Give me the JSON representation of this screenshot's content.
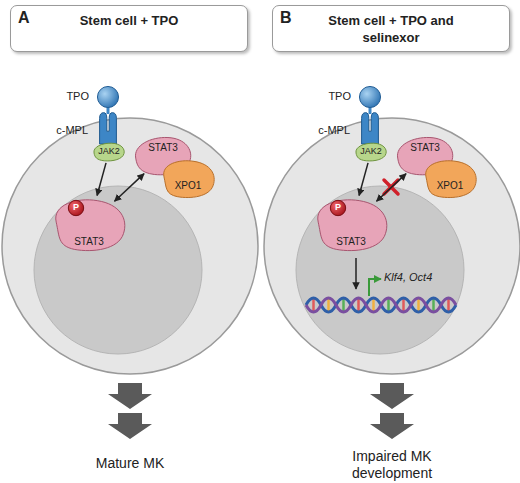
{
  "diagram": {
    "nodes": [
      {
        "text": [
          "A",
          "Stem cell + TPO"
        ]
      },
      {
        "text": [
          "TPO"
        ]
      },
      {
        "text": [
          "c-MPL"
        ]
      },
      {
        "text": [
          "JAK2"
        ]
      },
      {
        "text": [
          "STAT3"
        ]
      },
      {
        "text": [
          "P"
        ],
        "in": 4
      },
      {
        "text": [
          "STAT3"
        ]
      },
      {
        "text": [
          "XPO1"
        ]
      },
      {
        "text": [
          "B",
          "Stem cell + TPO and selinexor"
        ]
      },
      {
        "text": [
          "TPO"
        ]
      },
      {
        "text": [
          "c-MPL"
        ]
      },
      {
        "text": [
          "JAK2"
        ]
      },
      {
        "text": [
          "STAT3"
        ]
      },
      {
        "text": [
          "P"
        ],
        "in": 12
      },
      {
        "text": [
          "STAT3"
        ]
      },
      {
        "text": [
          "XPO1"
        ]
      }
    ],
    "edges": [
      {
        "from": 3,
        "to": 4,
        "arrow": "to"
      },
      {
        "from": 4,
        "to": 6,
        "arrow": "both"
      },
      {
        "from": 11,
        "to": 12,
        "arrow": "to"
      },
      {
        "from": 12,
        "to": 14,
        "arrow": "both"
      }
    ],
    "labels": [
      "Klf4, Oct4",
      "Mature MK",
      "Impaired MK development"
    ]
  }
}
